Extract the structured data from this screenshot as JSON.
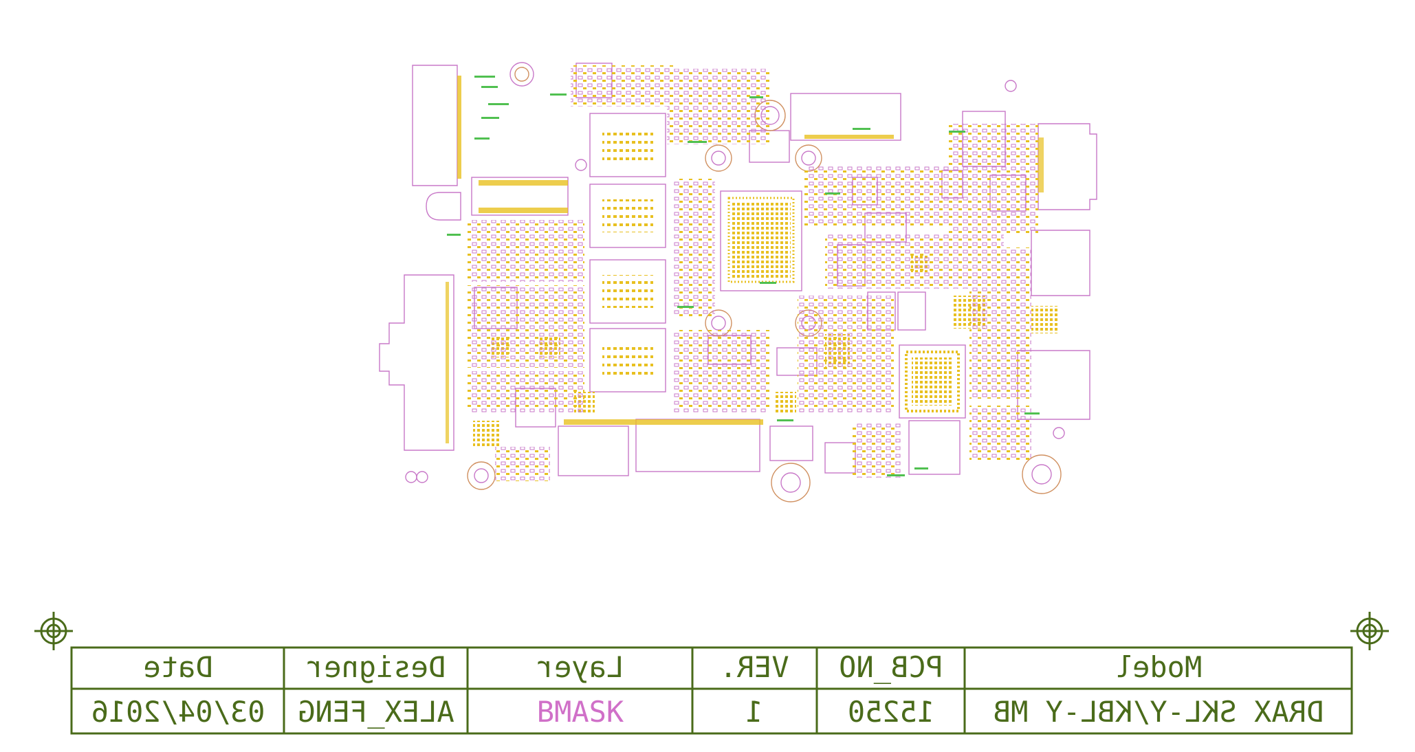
{
  "title_block": {
    "headers": {
      "model": "Model",
      "pcb_no": "PCB_NO",
      "ver": "VER.",
      "layer": "Layer",
      "designer": "Designer",
      "date": "Date"
    },
    "values": {
      "model": "DRAX SKL-Y/KBL-Y MB",
      "pcb_no": "15250",
      "ver": "1",
      "layer": "BMASK",
      "designer": "ALEX_FENG",
      "date": "03/04/2016"
    }
  },
  "colors": {
    "outline": "#c878c8",
    "pad": "#e8c020",
    "silk": "#50c050",
    "via": "#d09060",
    "frame": "#4a6b1a",
    "layer_text": "#d070c8"
  }
}
